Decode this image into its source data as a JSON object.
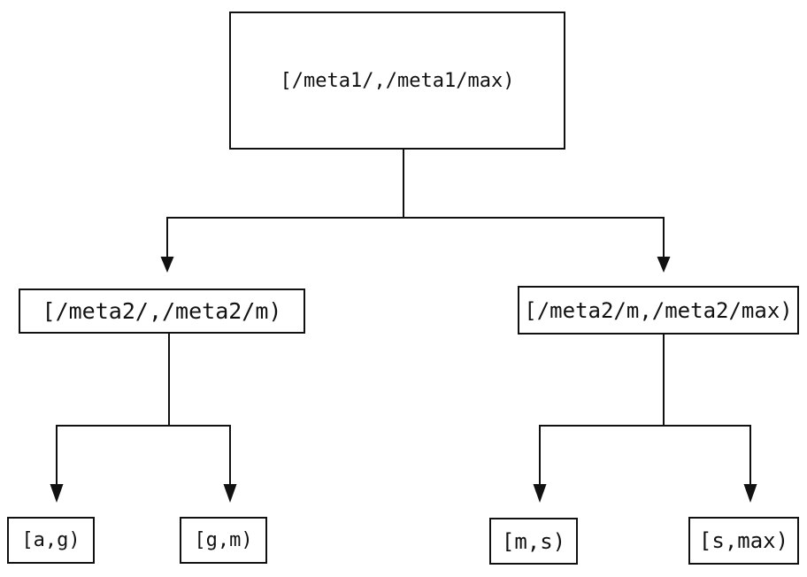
{
  "diagram": {
    "type": "tree",
    "background_color": "#ffffff",
    "line_color": "#111111",
    "text_color": "#111111",
    "nodes": {
      "root": {
        "label": "[/meta1/,/meta1/max)"
      },
      "meta2_low": {
        "label": "[/meta2/,/meta2/m)"
      },
      "meta2_high": {
        "label": "[/meta2/m,/meta2/max)"
      },
      "leaf_ag": {
        "label": "[a,g)"
      },
      "leaf_gm": {
        "label": "[g,m)"
      },
      "leaf_ms": {
        "label": "[m,s)"
      },
      "leaf_smax": {
        "label": "[s,max)"
      }
    },
    "edges": [
      {
        "from": "root",
        "to": "meta2_low"
      },
      {
        "from": "root",
        "to": "meta2_high"
      },
      {
        "from": "meta2_low",
        "to": "leaf_ag"
      },
      {
        "from": "meta2_low",
        "to": "leaf_gm"
      },
      {
        "from": "meta2_high",
        "to": "leaf_ms"
      },
      {
        "from": "meta2_high",
        "to": "leaf_smax"
      }
    ]
  }
}
